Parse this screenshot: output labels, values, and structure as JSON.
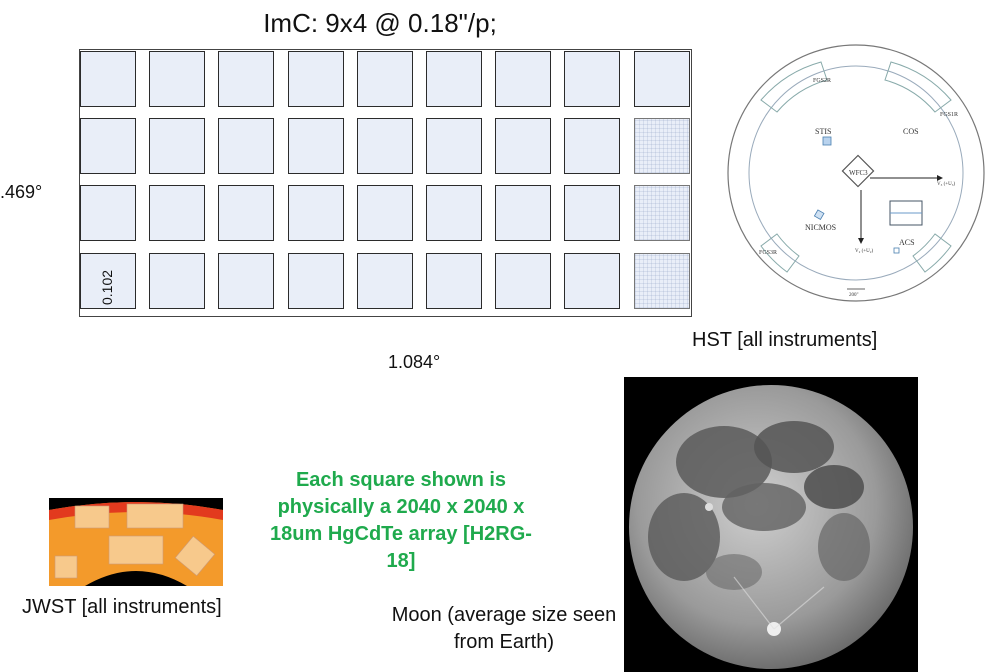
{
  "title": "ImC: 9x4 @ 0.18\"/p;",
  "grid": {
    "columns": 9,
    "rows": 4,
    "height_label": ".469°",
    "width_label": "1.084°",
    "tile_label": "0.102"
  },
  "hst": {
    "caption": "HST [all instruments]",
    "labels": {
      "fgs2r": "FGS2R",
      "fgs1r": "FGS1R",
      "fgs3r": "FGS3R",
      "stis": "STIS",
      "cos": "COS",
      "wfc3": "WFC3",
      "nicmos": "NICMOS",
      "acs": "ACS",
      "v3": "V₃ (+U₃)",
      "v2": "V₂ (+U₂)",
      "scale": "200\""
    }
  },
  "jwst": {
    "caption": "JWST [all instruments]"
  },
  "note": "Each square shown is physically a 2040 x 2040 x 18um HgCdTe array [H2RG-18]",
  "moon": {
    "caption": "Moon (average size seen from Earth)"
  },
  "colors": {
    "tile_fill": "#e9eef8",
    "note_green": "#1faa4d",
    "jwst_orange": "#f39a2b",
    "jwst_red": "#e23a1e"
  }
}
